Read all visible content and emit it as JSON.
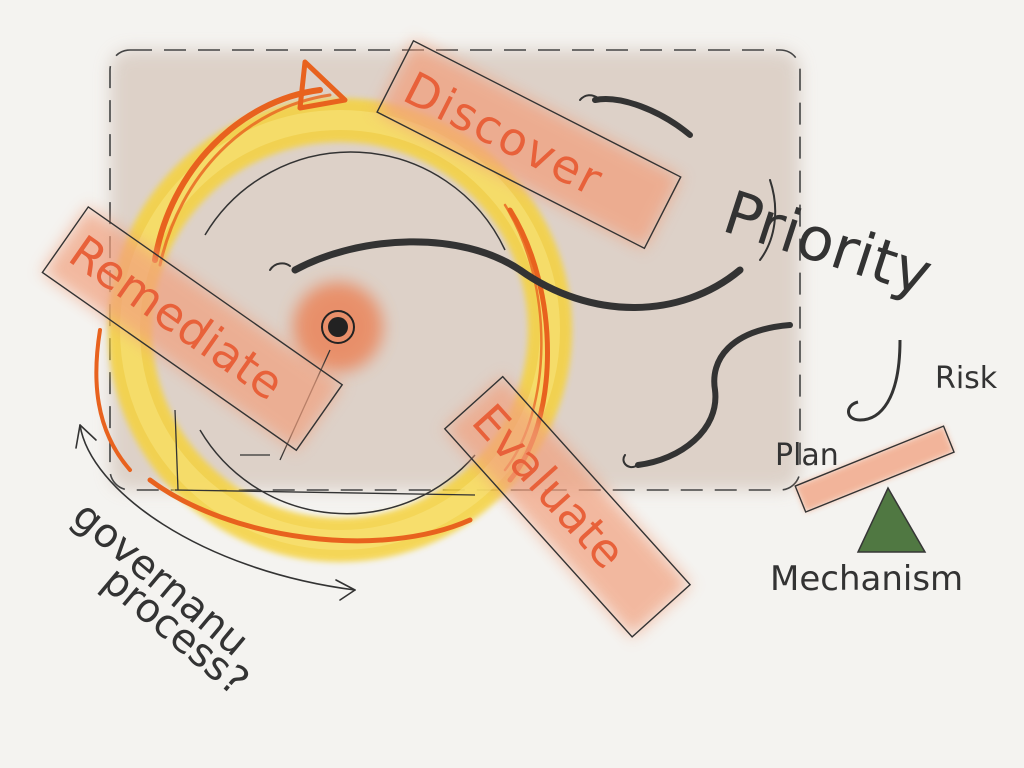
{
  "labels": {
    "discover": "Discover",
    "evaluate": "Evaluate",
    "remediate": "Remediate",
    "priority": "Priority",
    "risk": "Risk",
    "plan": "Plan",
    "mechanism": "Mechanism",
    "governance_line1": "governanu",
    "governance_line2": "process?"
  },
  "colors": {
    "background": "#f4f3f0",
    "panel": "#d9ccc2",
    "ring_yellow": "#f5d23c",
    "arrow_orange": "#e8621e",
    "label_band": "#f2a07e",
    "label_text": "#e8613a",
    "ink": "#333333",
    "triangle": "#3f6b30",
    "mechanism_text": "#5f7a3a"
  }
}
